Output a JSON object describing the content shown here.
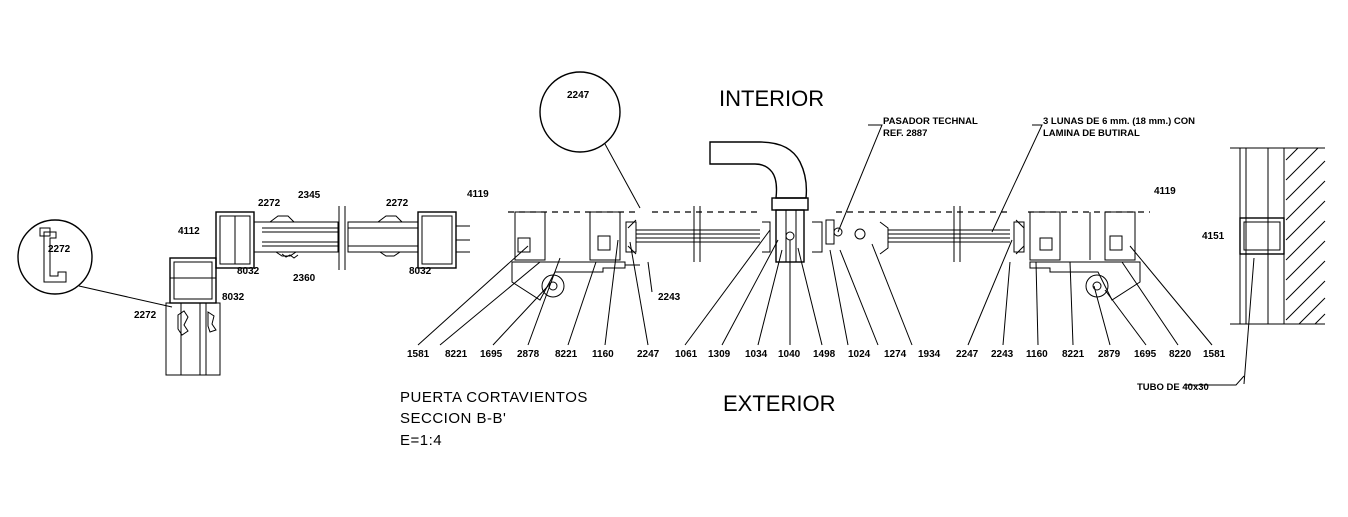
{
  "labels": {
    "interior": "INTERIOR",
    "exterior": "EXTERIOR",
    "title_line1": "PUERTA CORTAVIENTOS",
    "title_line2": "SECCION B-B'",
    "scale": "E=1:4",
    "note_pasador_l1": "PASADOR TECHNAL",
    "note_pasador_l2": "REF. 2887",
    "note_lunas_l1": "3 LUNAS DE 6 mm. (18 mm.) CON",
    "note_lunas_l2": "LAMINA DE BUTIRAL",
    "note_tubo": "TUBO DE 40x30"
  },
  "refs": {
    "detail_left": "2272",
    "detail_top": "2247",
    "r_2272a": "2272",
    "r_2345": "2345",
    "r_2272b": "2272",
    "r_4112": "4112",
    "r_8032a": "8032",
    "r_2360": "2360",
    "r_8032b": "8032",
    "r_8032c": "8032",
    "r_2272c": "2272",
    "r_4119a": "4119",
    "r_4119b": "4119",
    "r_2243": "2243",
    "r_4151": "4151"
  },
  "bottom_refs": [
    "1581",
    "8221",
    "1695",
    "2878",
    "8221",
    "1160",
    "2247",
    "1061",
    "1309",
    "1034",
    "1040",
    "1498",
    "1024",
    "1274",
    "1934",
    "2247",
    "2243",
    "1160",
    "8221",
    "2879",
    "1695",
    "8220",
    "1581"
  ]
}
